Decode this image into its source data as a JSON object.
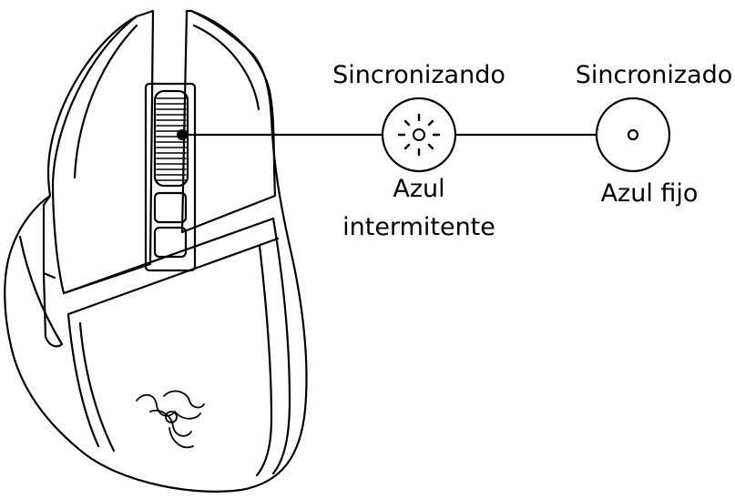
{
  "states": [
    {
      "status": "Sincronizando",
      "led_line1": "Azul",
      "led_line2": "intermitente",
      "icon": "blinking-light-icon"
    },
    {
      "status": "Sincronizado",
      "led_line1": "Azul fijo",
      "icon": "steady-light-icon"
    }
  ],
  "colors": {
    "stroke": "#000000",
    "background": "#ffffff"
  }
}
